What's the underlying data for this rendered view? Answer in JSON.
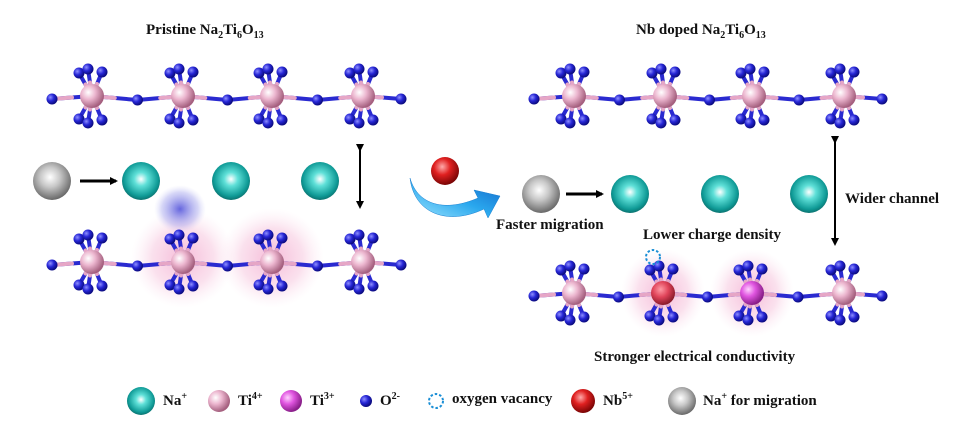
{
  "titles": {
    "left": {
      "prefix": "Pristine Na",
      "s1": "2",
      "mid": "Ti",
      "s2": "6",
      "o": "O",
      "s3": "13"
    },
    "right": {
      "prefix": "Nb doped Na",
      "s1": "2",
      "mid": "Ti",
      "s2": "6",
      "o": "O",
      "s3": "13"
    }
  },
  "annotations": {
    "faster_migration": "Faster migration",
    "wider_channel": "Wider channel",
    "lower_charge_density": "Lower charge density",
    "stronger_conductivity": "Stronger electrical conductivity"
  },
  "legend": [
    {
      "icon": "na-ion-icon",
      "base": "Na",
      "sup": "+",
      "tail": "",
      "color": "#1aa7a6"
    },
    {
      "icon": "ti4-ion-icon",
      "base": "Ti",
      "sup": "4+",
      "tail": "",
      "color": "#e9a3c4"
    },
    {
      "icon": "ti3-ion-icon",
      "base": "Ti",
      "sup": "3+",
      "tail": "",
      "color": "#d63fd6"
    },
    {
      "icon": "oxygen-ion-icon",
      "base": "O",
      "sup": "2-",
      "tail": "",
      "color": "#2a2ad0"
    },
    {
      "icon": "oxygen-vacancy-icon",
      "base": "oxygen vacancy",
      "sup": "",
      "tail": "",
      "color": "#1b8fd6"
    },
    {
      "icon": "nb-ion-icon",
      "base": "Nb",
      "sup": "5+",
      "tail": "",
      "color": "#d81c1c"
    },
    {
      "icon": "na-migration-icon",
      "base": "Na",
      "sup": "+",
      "tail": " for migration",
      "color": "#9a9a9a"
    }
  ]
}
